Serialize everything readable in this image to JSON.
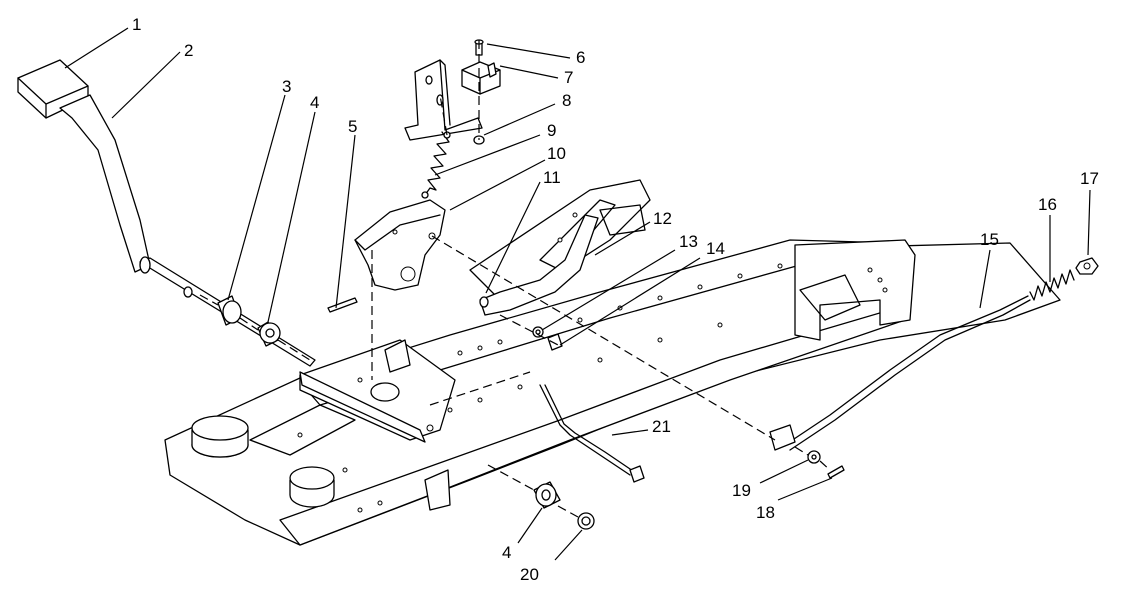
{
  "callouts": [
    {
      "id": "c1",
      "text": "1"
    },
    {
      "id": "c2",
      "text": "2"
    },
    {
      "id": "c3",
      "text": "3"
    },
    {
      "id": "c4a",
      "text": "4"
    },
    {
      "id": "c5",
      "text": "5"
    },
    {
      "id": "c6",
      "text": "6"
    },
    {
      "id": "c7",
      "text": "7"
    },
    {
      "id": "c8",
      "text": "8"
    },
    {
      "id": "c9",
      "text": "9"
    },
    {
      "id": "c10",
      "text": "10"
    },
    {
      "id": "c11",
      "text": "11"
    },
    {
      "id": "c12",
      "text": "12"
    },
    {
      "id": "c13",
      "text": "13"
    },
    {
      "id": "c14",
      "text": "14"
    },
    {
      "id": "c15",
      "text": "15"
    },
    {
      "id": "c16",
      "text": "16"
    },
    {
      "id": "c17",
      "text": "17"
    },
    {
      "id": "c18",
      "text": "18"
    },
    {
      "id": "c19",
      "text": "19"
    },
    {
      "id": "c20",
      "text": "20"
    },
    {
      "id": "c21",
      "text": "21"
    },
    {
      "id": "c4b",
      "text": "4"
    }
  ],
  "colors": {
    "ink": "#000000",
    "paper": "#ffffff"
  }
}
